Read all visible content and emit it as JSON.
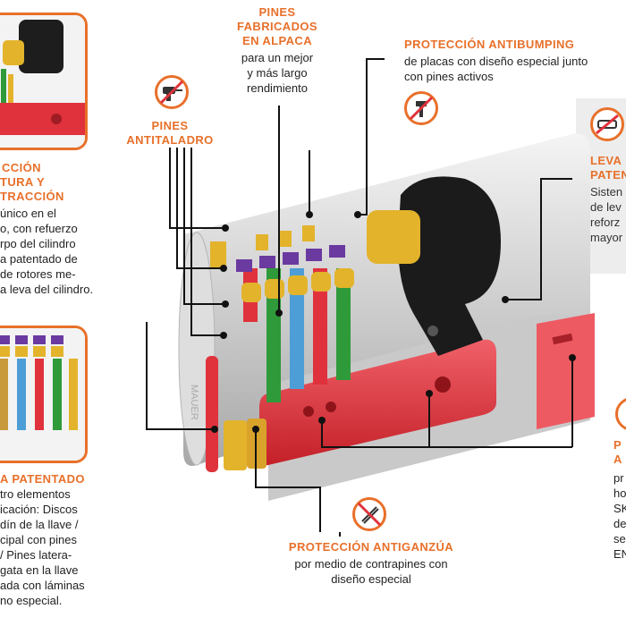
{
  "inset_top": {},
  "inset_mid": {},
  "left_top": {
    "title_lines": [
      "CCIÓN",
      "TURA Y",
      "TRACCIÓN"
    ],
    "body_lines": [
      "único en el",
      "o, con refuerzo",
      "rpo del cilindro",
      "a patentado de",
      "de rotores me-",
      "a leva del cilindro."
    ]
  },
  "left_bottom": {
    "title": "A PATENTADO",
    "body_lines": [
      "tro elementos",
      "icación: Discos",
      "dín de la llave /",
      "cipal con pines",
      "/ Pines latera-",
      "gata en la llave",
      "ada con láminas",
      "no especial."
    ]
  },
  "pines_alpaca": {
    "title_lines": [
      "PINES",
      "FABRICADOS",
      "EN ALPACA"
    ],
    "body_lines": [
      "para un mejor",
      "y más largo",
      "rendimiento"
    ]
  },
  "antibumping": {
    "title": "PROTECCIÓN ANTIBUMPING",
    "body_lines": [
      "de placas con diseño especial junto",
      "con pines activos"
    ]
  },
  "antitaladro": {
    "title_lines": [
      "PINES",
      "ANTITALADRO"
    ]
  },
  "leva": {
    "title_lines": [
      "LEVA",
      "PATEN"
    ],
    "body_lines": [
      "Sisten",
      "de lev",
      "reforz",
      "mayor"
    ]
  },
  "right_bottom": {
    "title_lines": [
      "P",
      "A"
    ],
    "body_lines": [
      "pr",
      "ho",
      "SK",
      "de",
      "se",
      "EN"
    ]
  },
  "antiganzua": {
    "title": "PROTECCIÓN ANTIGANZÚA",
    "body_lines": [
      "por medio de contrapines con",
      "diseño especial"
    ]
  },
  "cylinder": {
    "engraving": "MAUER"
  },
  "colors": {
    "accent": "#e8702a",
    "red": "#e0323c",
    "gold": "#e3b32b",
    "green": "#2f9a3a",
    "purple": "#6a3aa0",
    "blue": "#4d9ed6"
  },
  "icons": [
    "drill-prohibited-icon",
    "hammer-prohibited-icon",
    "lockpick-prohibited-icon",
    "cylinder-break-icon"
  ]
}
